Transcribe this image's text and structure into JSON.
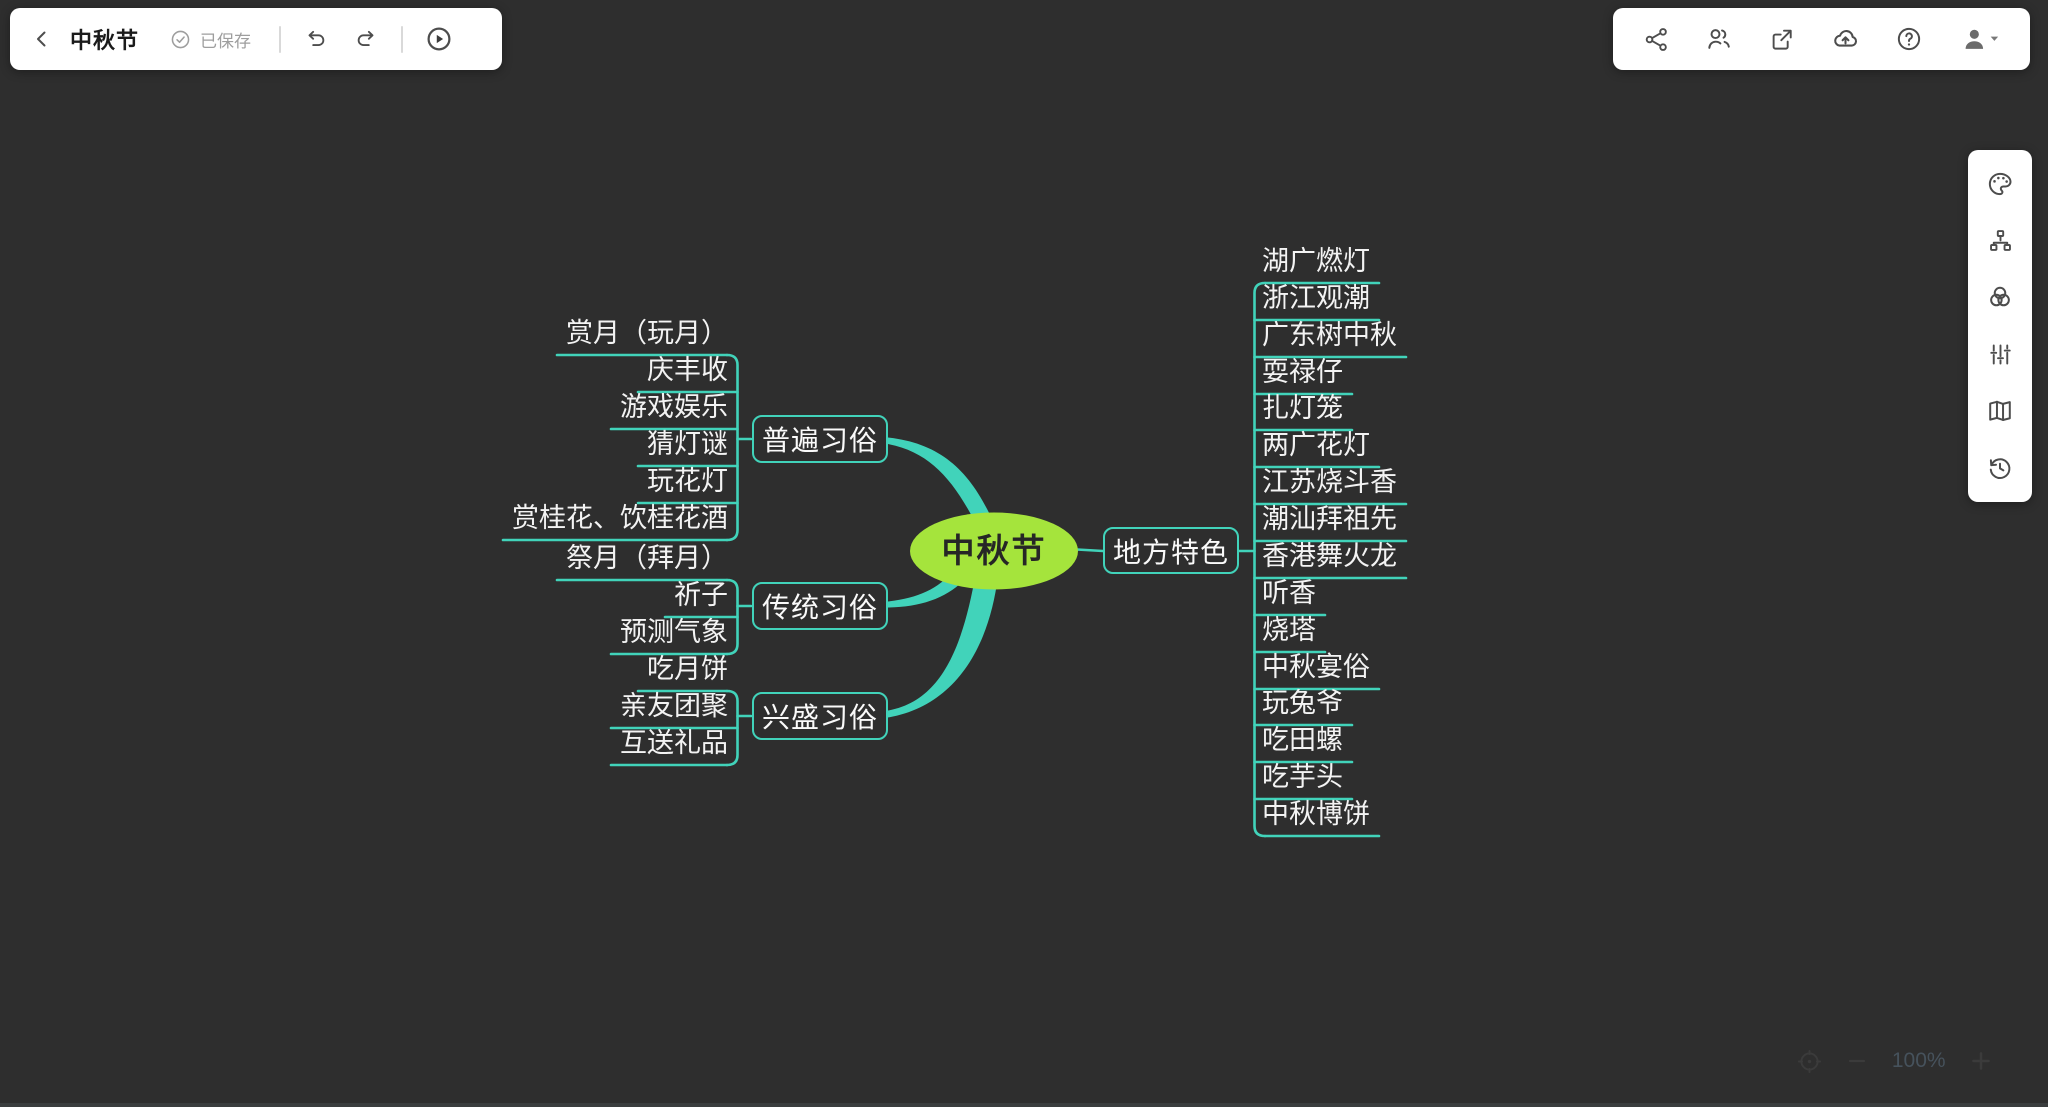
{
  "app": {
    "canvas_color": "#2e2e2e",
    "accent_teal": "#41d3ba",
    "root_green": "#a5e43c"
  },
  "topbar_left": {
    "back_icon": "chevron-left-icon",
    "title": "中秋节",
    "saved": {
      "icon": "check-circle-icon",
      "label": "已保存"
    },
    "undo_icon": "undo-icon",
    "redo_icon": "redo-icon",
    "present_icon": "play-circle-icon"
  },
  "topbar_right": {
    "icons": [
      "share-icon",
      "collaboration-icon",
      "export-icon",
      "cloud-upload-icon",
      "help-icon",
      "account-avatar-icon",
      "caret-down-icon"
    ]
  },
  "side_toolbar": {
    "icons": [
      "palette-icon",
      "structure-icon",
      "color-scheme-icon",
      "sliders-icon",
      "map-icon",
      "history-icon"
    ]
  },
  "zoom_controls": {
    "locate_icon": "crosshair-icon",
    "zoom_out_icon": "minus-icon",
    "zoom_level": "100%",
    "zoom_in_icon": "plus-icon"
  },
  "mindmap": {
    "root": {
      "label": "中秋节"
    },
    "branches": [
      {
        "label": "普遍习俗",
        "side": "left",
        "children": [
          "赏月（玩月）",
          "庆丰收",
          "游戏娱乐",
          "猜灯谜",
          "玩花灯",
          "赏桂花、饮桂花酒"
        ]
      },
      {
        "label": "传统习俗",
        "side": "left",
        "children": [
          "祭月（拜月）",
          "祈子",
          "预测气象"
        ]
      },
      {
        "label": "兴盛习俗",
        "side": "left",
        "children": [
          "吃月饼",
          "亲友团聚",
          "互送礼品"
        ]
      },
      {
        "label": "地方特色",
        "side": "right",
        "children": [
          "湖广燃灯",
          "浙江观潮",
          "广东树中秋",
          "耍禄仔",
          "扎灯笼",
          "两广花灯",
          "江苏烧斗香",
          "潮汕拜祖先",
          "香港舞火龙",
          "听香",
          "烧塔",
          "中秋宴俗",
          "玩兔爷",
          "吃田螺",
          "吃芋头",
          "中秋博饼"
        ]
      }
    ]
  }
}
